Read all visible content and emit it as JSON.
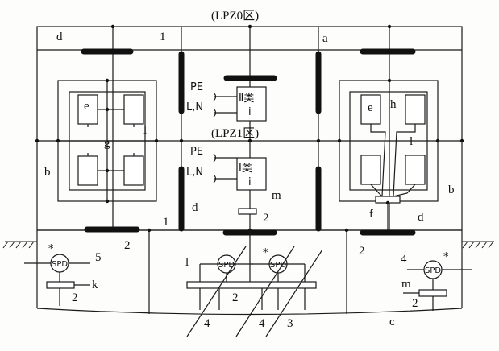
{
  "zones": {
    "lpz0": "(LPZ0区)",
    "lpz1": "(LPZ1区)"
  },
  "equipment": {
    "class2": "Ⅱ类",
    "class1": "Ⅰ类",
    "i": "i"
  },
  "wires": {
    "pe": "PE",
    "ln": "L,N"
  },
  "spd": "SPD",
  "star": "*",
  "letters": {
    "a": "a",
    "b": "b",
    "c": "c",
    "d": "d",
    "e": "e",
    "f": "f",
    "g": "g",
    "h": "h",
    "k": "k",
    "l": "l",
    "m": "m"
  },
  "numbers": {
    "n1": "1",
    "n2": "2",
    "n3": "3",
    "n4": "4",
    "n5": "5"
  }
}
